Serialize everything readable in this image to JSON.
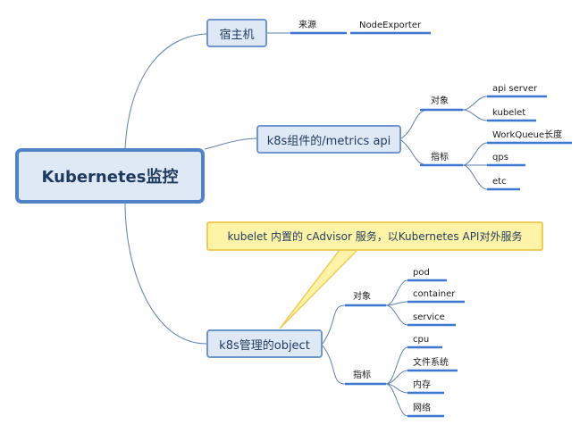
{
  "central": "Kubernetes监控",
  "branches": {
    "host": {
      "title": "宿主机",
      "source_label": "来源",
      "source_value": "NodeExporter"
    },
    "k8s_api": {
      "title": "k8s组件的/metrics api",
      "objects_label": "对象",
      "objects": [
        "api server",
        "kubelet"
      ],
      "metrics_label": "指标",
      "metrics": [
        "WorkQueue长度",
        "qps",
        "etc"
      ]
    },
    "k8s_obj": {
      "title": "k8s管理的object",
      "objects_label": "对象",
      "objects": [
        "pod",
        "container",
        "service"
      ],
      "metrics_label": "指标",
      "metrics": [
        "cpu",
        "文件系统",
        "内存",
        "网络"
      ]
    }
  },
  "callout": "kubelet 内置的 cAdvisor 服务，以Kubernetes API对外服务",
  "colors": {
    "central_fill": "#dfe8f5",
    "central_border": "#4f82c6",
    "edge": "#5b7fb2",
    "underline": "#3d77d0",
    "callout_fill": "#fff3a8",
    "callout_border": "#f0cc5a"
  }
}
